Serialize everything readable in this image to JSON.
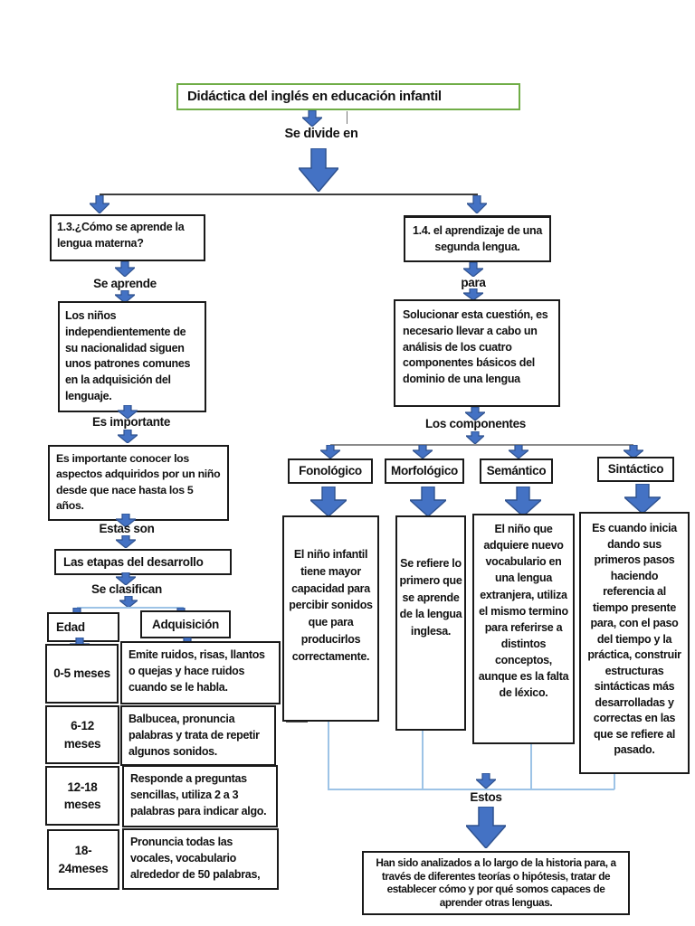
{
  "colors": {
    "arrow_fill": "#4472c4",
    "arrow_stroke": "#2f528f",
    "thin_connector": "#9dc3e6",
    "title_border": "#70ad47",
    "box_border": "#1a1a1a"
  },
  "title": {
    "text": "Didáctica del inglés en educación infantil"
  },
  "root": {
    "divider_label": "Se divide en"
  },
  "left_branch": {
    "heading": "1.3.¿Cómo se aprende la lengua materna?",
    "label_se_aprende": "Se aprende",
    "box_ninos": "Los niños independientemente de su nacionalidad siguen unos patrones comunes en la adquisición del lenguaje.",
    "label_es_importante": "Es importante",
    "box_aspectos": "Es importante conocer los aspectos adquiridos por un niño desde que nace hasta los 5 años.",
    "label_estas_son": "Estas son",
    "box_etapas": "Las etapas del desarrollo",
    "label_se_clasifican": "Se clasifican",
    "table": {
      "headers": {
        "age": "Edad",
        "acquisition": "Adquisición"
      },
      "rows": [
        {
          "age": "0-5 meses",
          "desc": "Emite ruidos, risas, llantos o quejas y hace ruidos cuando se le habla."
        },
        {
          "age": "6-12\nmeses",
          "desc": "Balbucea, pronuncia palabras y trata de repetir algunos sonidos."
        },
        {
          "age": "12-18\nmeses",
          "desc": "Responde a preguntas sencillas, utiliza 2 a 3 palabras para indicar algo."
        },
        {
          "age": "18-\n24meses",
          "desc": "Pronuncia todas las vocales, vocabulario alrededor de 50 palabras,"
        }
      ]
    }
  },
  "right_branch": {
    "heading": "1.4. el aprendizaje de una segunda lengua.",
    "label_para": "para",
    "box_solucionar": "Solucionar esta cuestión, es necesario llevar a cabo un análisis de los cuatro componentes básicos del dominio de una lengua",
    "label_componentes": "Los componentes",
    "components": [
      {
        "name": "Fonológico",
        "desc": "El niño infantil tiene mayor capacidad para percibir sonidos que para producirlos correctamente."
      },
      {
        "name": "Morfológico",
        "desc": "Se refiere lo primero que se aprende de la lengua inglesa."
      },
      {
        "name": "Semántico",
        "desc": "El niño que adquiere nuevo vocabulario en una lengua extranjera, utiliza el mismo termino para referirse a distintos conceptos, aunque es la falta de léxico."
      },
      {
        "name": "Sintáctico",
        "desc": "Es cuando inicia dando sus primeros pasos haciendo referencia al tiempo presente para, con el paso del tiempo y la práctica, construir estructuras sintácticas más desarrolladas y correctas en las que se refiere al pasado."
      }
    ],
    "label_estos": "Estos",
    "box_conclusion": "Han sido analizados a lo largo de la historia para, a través de diferentes teorías o hipótesis, tratar de establecer cómo y por qué somos capaces de aprender otras lenguas."
  }
}
